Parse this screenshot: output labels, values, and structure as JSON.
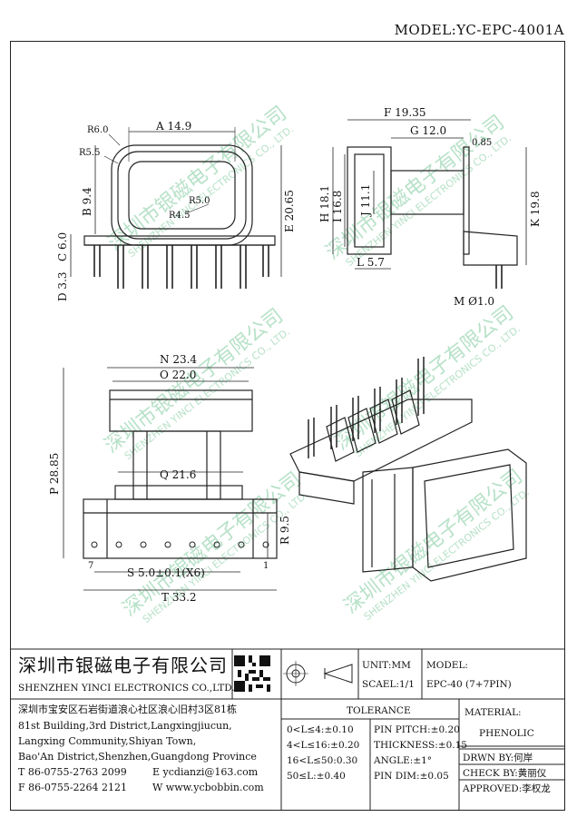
{
  "model_header": "MODEL:YC-EPC-4001A",
  "dimensions": {
    "A": "A 14.9",
    "B": "B 9.4",
    "C": "C 6.0",
    "D": "D 3.3",
    "E": "E 20.65",
    "R60": "R6.0",
    "R55": "R5.5",
    "R50": "R5.0",
    "R45": "R4.5",
    "F": "F 19.35",
    "G": "G 12.0",
    "thin": "0.85",
    "H": "H 18.1",
    "I": "I 16.8",
    "J": "J 11.1",
    "K": "K 19.8",
    "L": "L 5.7",
    "M": "M Ø1.0",
    "N": "N 23.4",
    "O": "O 22.0",
    "P": "P 28.85",
    "Q": "Q 21.6",
    "R": "R 9.5",
    "S": "S 5.0±0.1(X6)",
    "T": "T 33.2",
    "pin7": "7",
    "pin1": "1"
  },
  "watermark": {
    "cn": "深圳市银磁电子有限公司",
    "en": "SHENZHEN YINCI ELECTRONICS CO., LTD."
  },
  "company": {
    "name_cn": "深圳市银磁电子有限公司",
    "name_en": "SHENZHEN YINCI ELECTRONICS CO.,LTD.",
    "address_cn": "深圳市宝安区石岩街道浪心社区浪心旧村3区81栋",
    "address_en_1": "81st Building,3rd District,Langxingjiucun,",
    "address_en_2": "Langxing Community,Shiyan Town,",
    "address_en_3": "Bao'An District,Shenzhen,Guangdong Province",
    "tel": "T 86-0755-2763 2099",
    "email": "E ycdianzi@163.com",
    "fax": "F 86-0755-2264 2121",
    "web": "W www.ycbobbin.com"
  },
  "titleblock": {
    "unit": "UNIT:MM",
    "scale": "SCAEL:1/1",
    "model_label": "MODEL:",
    "model_value": "EPC-40 (7+7PIN)",
    "tolerance_title": "TOLERANCE",
    "tol_left": [
      "0<L≤4:±0.10",
      "4<L≤16:±0.20",
      "16<L≤50:0.30",
      "50≤L:±0.40"
    ],
    "tol_right": [
      "PIN PITCH:±0.20",
      "THICKNESS:±0.15",
      "ANGLE:±1°",
      "PIN DIM:±0.05"
    ],
    "material_label": "MATERIAL:",
    "material_value": "PHENOLIC",
    "drawn": "DRWN BY:何岸",
    "check": "CHECK BY:黄丽仪",
    "approved": "APPROVED:李权龙"
  }
}
